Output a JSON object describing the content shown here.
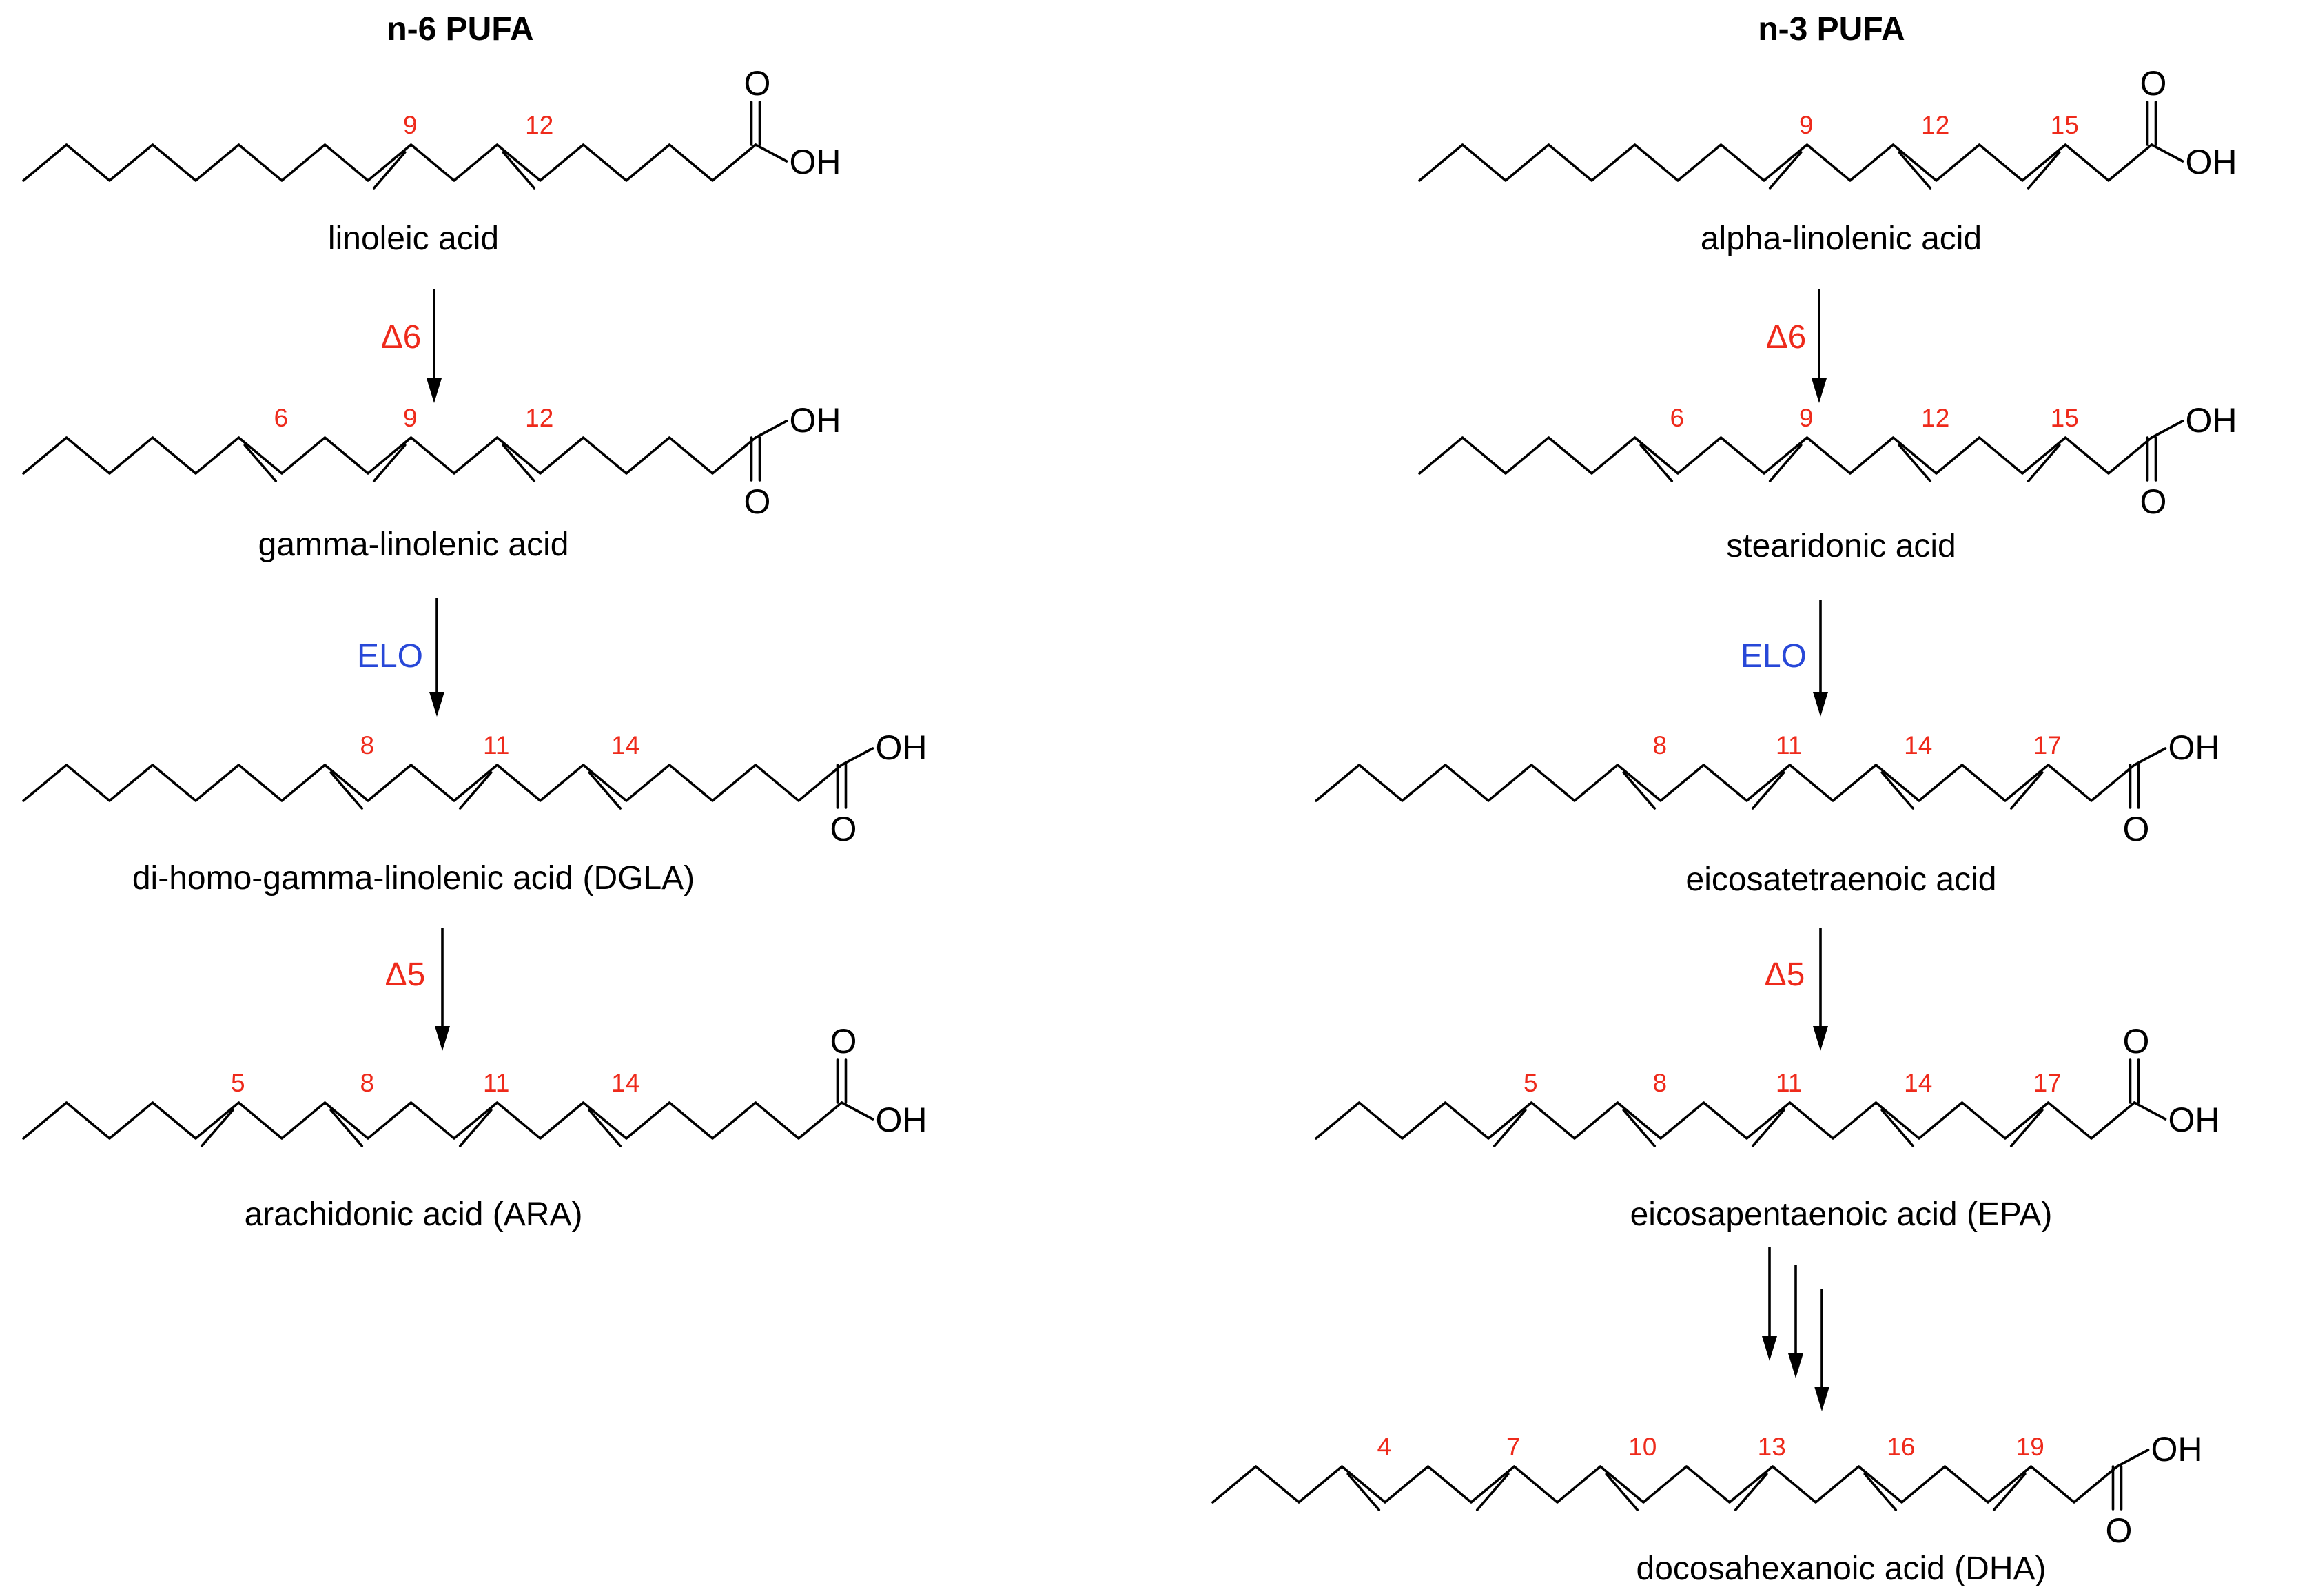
{
  "colors": {
    "locant": "#ee2a1b",
    "desaturase": "#ee2a1b",
    "elongase": "#2848d8",
    "structure": "#000000"
  },
  "columns": [
    {
      "title": "n-6 PUFA"
    },
    {
      "title": "n-3 PUFA"
    }
  ],
  "atoms": {
    "oxygen": "O",
    "hydroxyl": "OH"
  },
  "molecules": [
    {
      "name": "linoleic acid",
      "locants": [
        "12",
        "9"
      ]
    },
    {
      "name": "gamma-linolenic acid",
      "locants": [
        "12",
        "9",
        "6"
      ]
    },
    {
      "name": "di-homo-gamma-linolenic acid (DGLA)",
      "locants": [
        "14",
        "11",
        "8"
      ]
    },
    {
      "name": "arachidonic acid (ARA)",
      "locants": [
        "14",
        "11",
        "8",
        "5"
      ]
    },
    {
      "name": "alpha-linolenic acid",
      "locants": [
        "15",
        "12",
        "9"
      ]
    },
    {
      "name": "stearidonic acid",
      "locants": [
        "15",
        "12",
        "9",
        "6"
      ]
    },
    {
      "name": "eicosatetraenoic acid",
      "locants": [
        "17",
        "14",
        "11",
        "8"
      ]
    },
    {
      "name": "eicosapentaenoic acid (EPA)",
      "locants": [
        "17",
        "14",
        "11",
        "8",
        "5"
      ]
    },
    {
      "name": "docosahexanoic acid (DHA)",
      "locants": [
        "19",
        "16",
        "13",
        "10",
        "7",
        "4"
      ]
    }
  ],
  "steps": [
    {
      "enzyme": "Δ6",
      "kind": "desaturase"
    },
    {
      "enzyme": "ELO",
      "kind": "elongase"
    },
    {
      "enzyme": "Δ5",
      "kind": "desaturase"
    },
    {
      "enzyme": "Δ6",
      "kind": "desaturase"
    },
    {
      "enzyme": "ELO",
      "kind": "elongase"
    },
    {
      "enzyme": "Δ5",
      "kind": "desaturase"
    },
    {
      "enzyme": "",
      "kind": "multi-step"
    }
  ]
}
